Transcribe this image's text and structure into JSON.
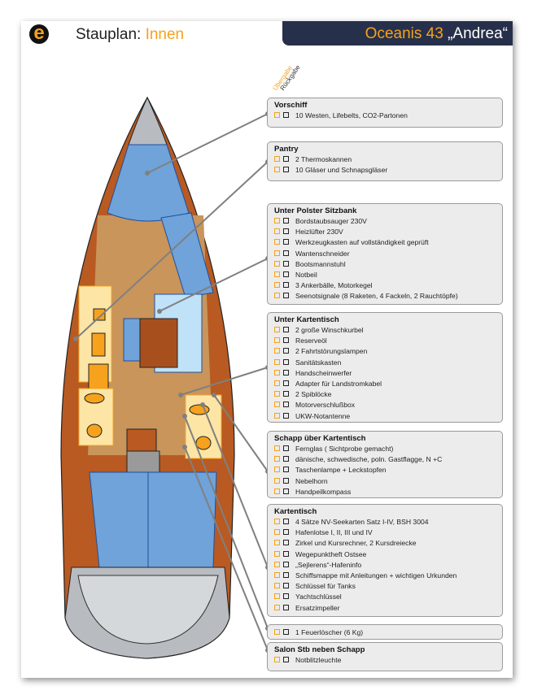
{
  "header": {
    "logo_letter": "e",
    "title_prefix": "Stauplan:",
    "title_accent": "Innen",
    "boat_model": "Oceanis 43",
    "boat_name": "„Andrea“"
  },
  "column_labels": {
    "handover": "Übergabe",
    "return": "Rückgabe"
  },
  "colors": {
    "accent": "#f6a21d",
    "header_bg": "#27304a",
    "box_bg": "#ececec"
  },
  "sections": [
    {
      "title": "Vorschiff",
      "items": [
        "10 Westen, Lifebelts, CO2-Partonen"
      ]
    },
    {
      "title": "Pantry",
      "items": [
        "2 Thermoskannen",
        "10 Gläser und Schnapsgläser"
      ]
    },
    {
      "title": "Unter Polster Sitzbank",
      "items": [
        "Bordstaubsauger 230V",
        "Heizlüfter  230V",
        "Werkzeugkasten auf vollständigkeit geprüft",
        "Wantenschneider",
        "Bootsmannstuhl",
        "Notbeil",
        "3 Ankerbälle, Motorkegel",
        "Seenotsignale (8 Raketen, 4 Fackeln, 2 Rauchtöpfe)"
      ]
    },
    {
      "title": "Unter Kartentisch",
      "items": [
        "2 große Winschkurbel",
        "Reserveöl",
        "2 Fahrtstörungslampen",
        "Sanitätskasten",
        "Handscheinwerfer",
        "Adapter für Landstromkabel",
        "2 Spiblöcke",
        "Motorverschlußbox",
        "UKW-Notantenne"
      ]
    },
    {
      "title": "Schapp über Kartentisch",
      "items": [
        "Fernglas ( Sichtprobe gemacht)",
        "dänische, schwedische, poln. Gastflagge, N +C",
        "Taschenlampe + Leckstopfen",
        "Nebelhorn",
        "Handpeilkompass"
      ]
    },
    {
      "title": "Kartentisch",
      "items": [
        "4 Sätze NV-Seekarten Satz I-IV, BSH 3004",
        "Hafenlotse I, II, III und IV",
        "Zirkel und Kursrechner, 2 Kursdreiecke",
        "Wegepunktheft Ostsee",
        "„Sejlerens“-Hafeninfo",
        "Schiffsmappe mit Anleitungen + wichtigen Urkunden",
        "Schlüssel für Tanks",
        "Yachtschlüssel",
        "Ersatzimpeller"
      ]
    },
    {
      "title": "",
      "items": [
        "1 Feuerlöscher (6 Kg)"
      ]
    },
    {
      "title": "Salon Stb neben Schapp",
      "items": [
        "Notblitzleuchte"
      ]
    }
  ]
}
